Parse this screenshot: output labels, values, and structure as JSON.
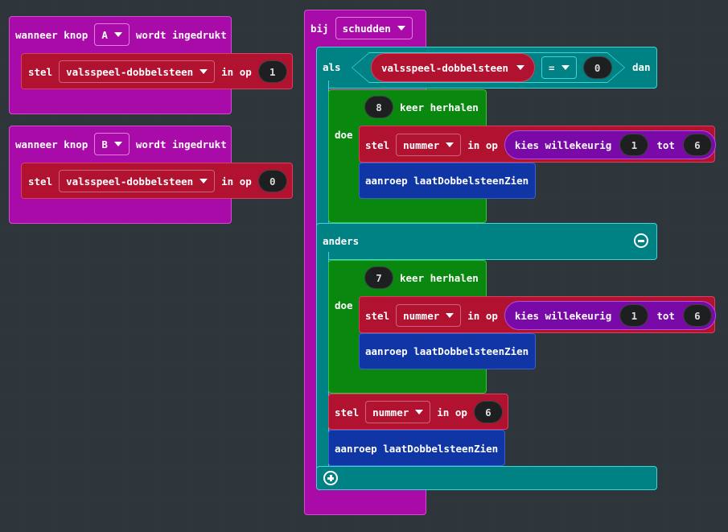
{
  "workspace": {
    "event_a": {
      "label_when": "wanneer knop",
      "button_value": "A",
      "label_pressed": "wordt ingedrukt",
      "set": {
        "label": "stel",
        "variable": "valsspeel-dobbelsteen",
        "label_to": "in op",
        "value": "1"
      }
    },
    "event_b": {
      "label_when": "wanneer knop",
      "button_value": "B",
      "label_pressed": "wordt ingedrukt",
      "set": {
        "label": "stel",
        "variable": "valsspeel-dobbelsteen",
        "label_to": "in op",
        "value": "0"
      }
    },
    "shake": {
      "label_on": "bij",
      "gesture": "schudden",
      "if": {
        "label_if": "als",
        "variable": "valsspeel-dobbelsteen",
        "operator": "=",
        "compare_value": "0",
        "label_then": "dan",
        "label_do": "doe",
        "repeat": {
          "count": "8",
          "label": "keer herhalen",
          "set": {
            "label": "stel",
            "variable": "nummer",
            "label_to": "in op",
            "random_label": "kies willekeurig",
            "from": "1",
            "label_tot": "tot",
            "to": "6"
          },
          "call": "aanroep laatDobbelsteenZien"
        },
        "label_else": "anders",
        "else_do": "doe",
        "else_repeat": {
          "count": "7",
          "label": "keer herhalen",
          "set": {
            "label": "stel",
            "variable": "nummer",
            "label_to": "in op",
            "random_label": "kies willekeurig",
            "from": "1",
            "label_tot": "tot",
            "to": "6"
          },
          "call": "aanroep laatDobbelsteenZien"
        },
        "final_set": {
          "label": "stel",
          "variable": "nummer",
          "label_to": "in op",
          "value": "6"
        },
        "final_call": "aanroep laatDobbelsteenZien"
      }
    }
  }
}
